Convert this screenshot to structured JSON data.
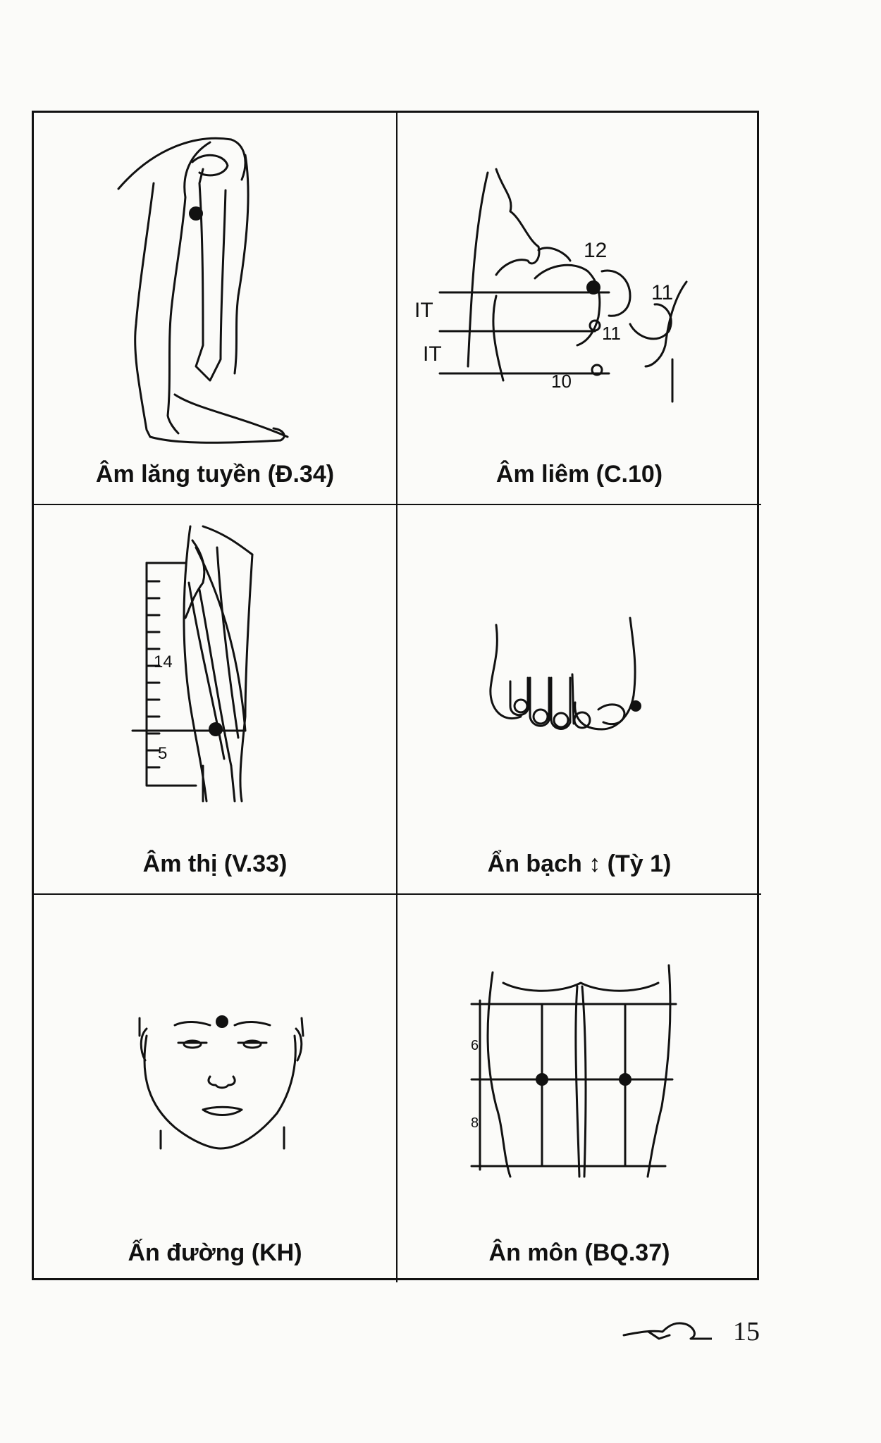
{
  "figures": [
    {
      "caption": "Âm lăng tuyền (Đ.34)",
      "labels": []
    },
    {
      "caption": "Âm liêm (C.10)",
      "labels": [
        "12",
        "11",
        "IT",
        "IT",
        "11",
        "10"
      ]
    },
    {
      "caption": "Âm thị (V.33)",
      "labels": [
        "14",
        "5"
      ]
    },
    {
      "caption": "Ẩn bạch ↕ (Tỳ 1)",
      "labels": []
    },
    {
      "caption": "Ấn đường (KH)",
      "labels": []
    },
    {
      "caption": "Ân môn (BQ.37)",
      "labels": [
        "6",
        "8"
      ]
    }
  ],
  "page": {
    "number": "15"
  }
}
